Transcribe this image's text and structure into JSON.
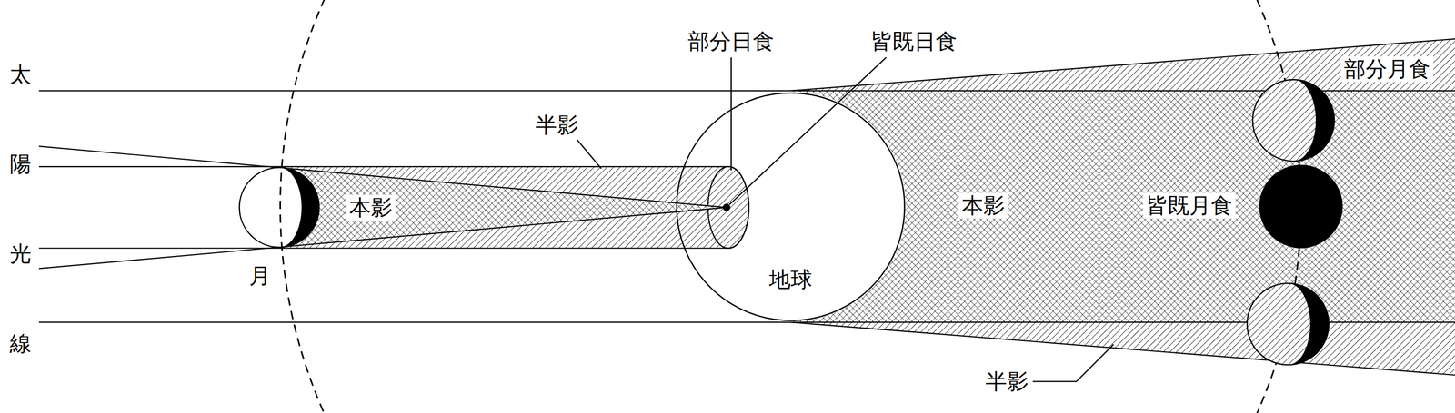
{
  "diagram": {
    "nodes": [
      {
        "text": [
          "地球"
        ]
      }
    ],
    "labels": [
      "太陽光線",
      "月",
      "半影",
      "本影",
      "部分日食",
      "皆既日食",
      "本影",
      "半影",
      "部分月食",
      "皆既月食"
    ]
  }
}
